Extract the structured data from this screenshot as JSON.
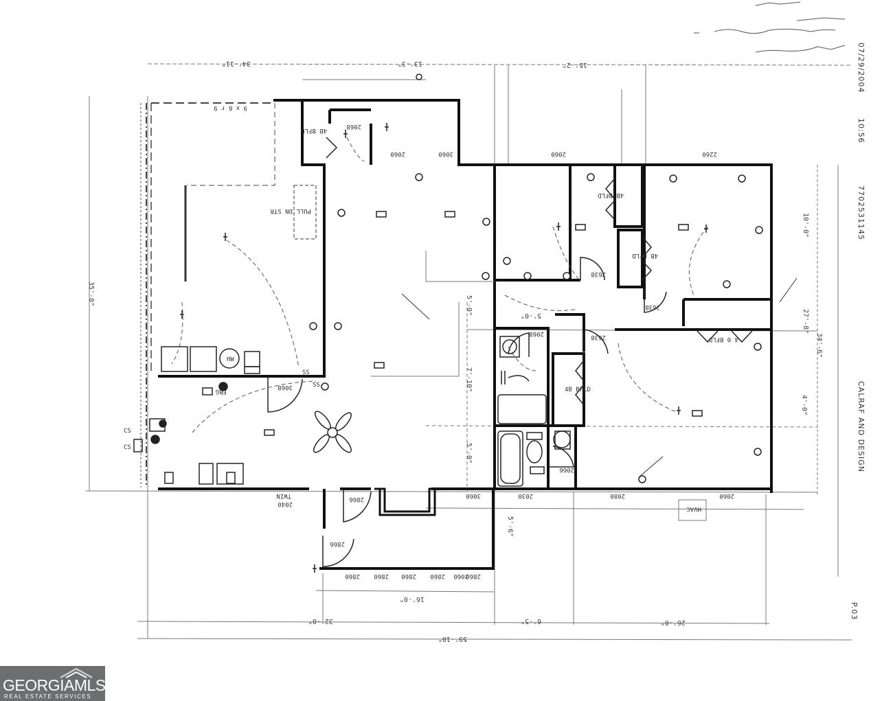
{
  "floor_plan": {
    "room_labels": {
      "pull_down_stair": "PULL DN STR",
      "water_heater": "HW",
      "refrigerator": "FRG",
      "vent_left": "SS",
      "vent_right": "SS",
      "cs_top": "CS",
      "cs_bottom": "CS",
      "closet_top_left": "4B BFLD",
      "closet_bed1": "4B BFLD",
      "closet_bed2": "4B BFLD",
      "closet_hall": "4B BFLD",
      "closet_bed3": "4 0 BFLD",
      "hvac": "HVAC",
      "twin": "TWIN",
      "slab": "9 x 6 r 9"
    },
    "door_window_codes": [
      "2068",
      "2060",
      "3060",
      "2060",
      "2260",
      "2638",
      "2638",
      "2638",
      "2068",
      "3068",
      "2866",
      "2866",
      "2040",
      "3060",
      "2030",
      "2080",
      "2060",
      "2066",
      "2860",
      "2860",
      "2860",
      "2860",
      "2860",
      "2060"
    ],
    "dimensions": {
      "top_left": "34'-11\"",
      "top_mid": "13'-3\"",
      "top_right": "15'-2\"",
      "right_total": "34'-6\"",
      "right_upper": "10'-0\"",
      "right_mid": "27'-8\"",
      "right_lower": "4'-0\"",
      "inner_5": "5'-0\"",
      "inner_710": "7'-10\"",
      "inner_50": "5'-0\"",
      "inner_56": "5'-6\"",
      "inner_sub": "5'-0\"",
      "bottom_mid": "16'-0\"",
      "bottom_left": "32'-8\"",
      "bottom_right": "26'-0\"",
      "bottom_small": "6'-5\"",
      "bottom_total": "59'-10\"",
      "left_total": "35'-0\""
    },
    "side_text": {
      "fax_date": "07/29/2004",
      "fax_time": "10:56",
      "fax_number": "7702531145",
      "company": "CALRAF AND DESIGN",
      "page": "P.03"
    }
  },
  "logo": {
    "main": "GEORGIAMLS",
    "sub": "REAL ESTATE SERVICES"
  }
}
